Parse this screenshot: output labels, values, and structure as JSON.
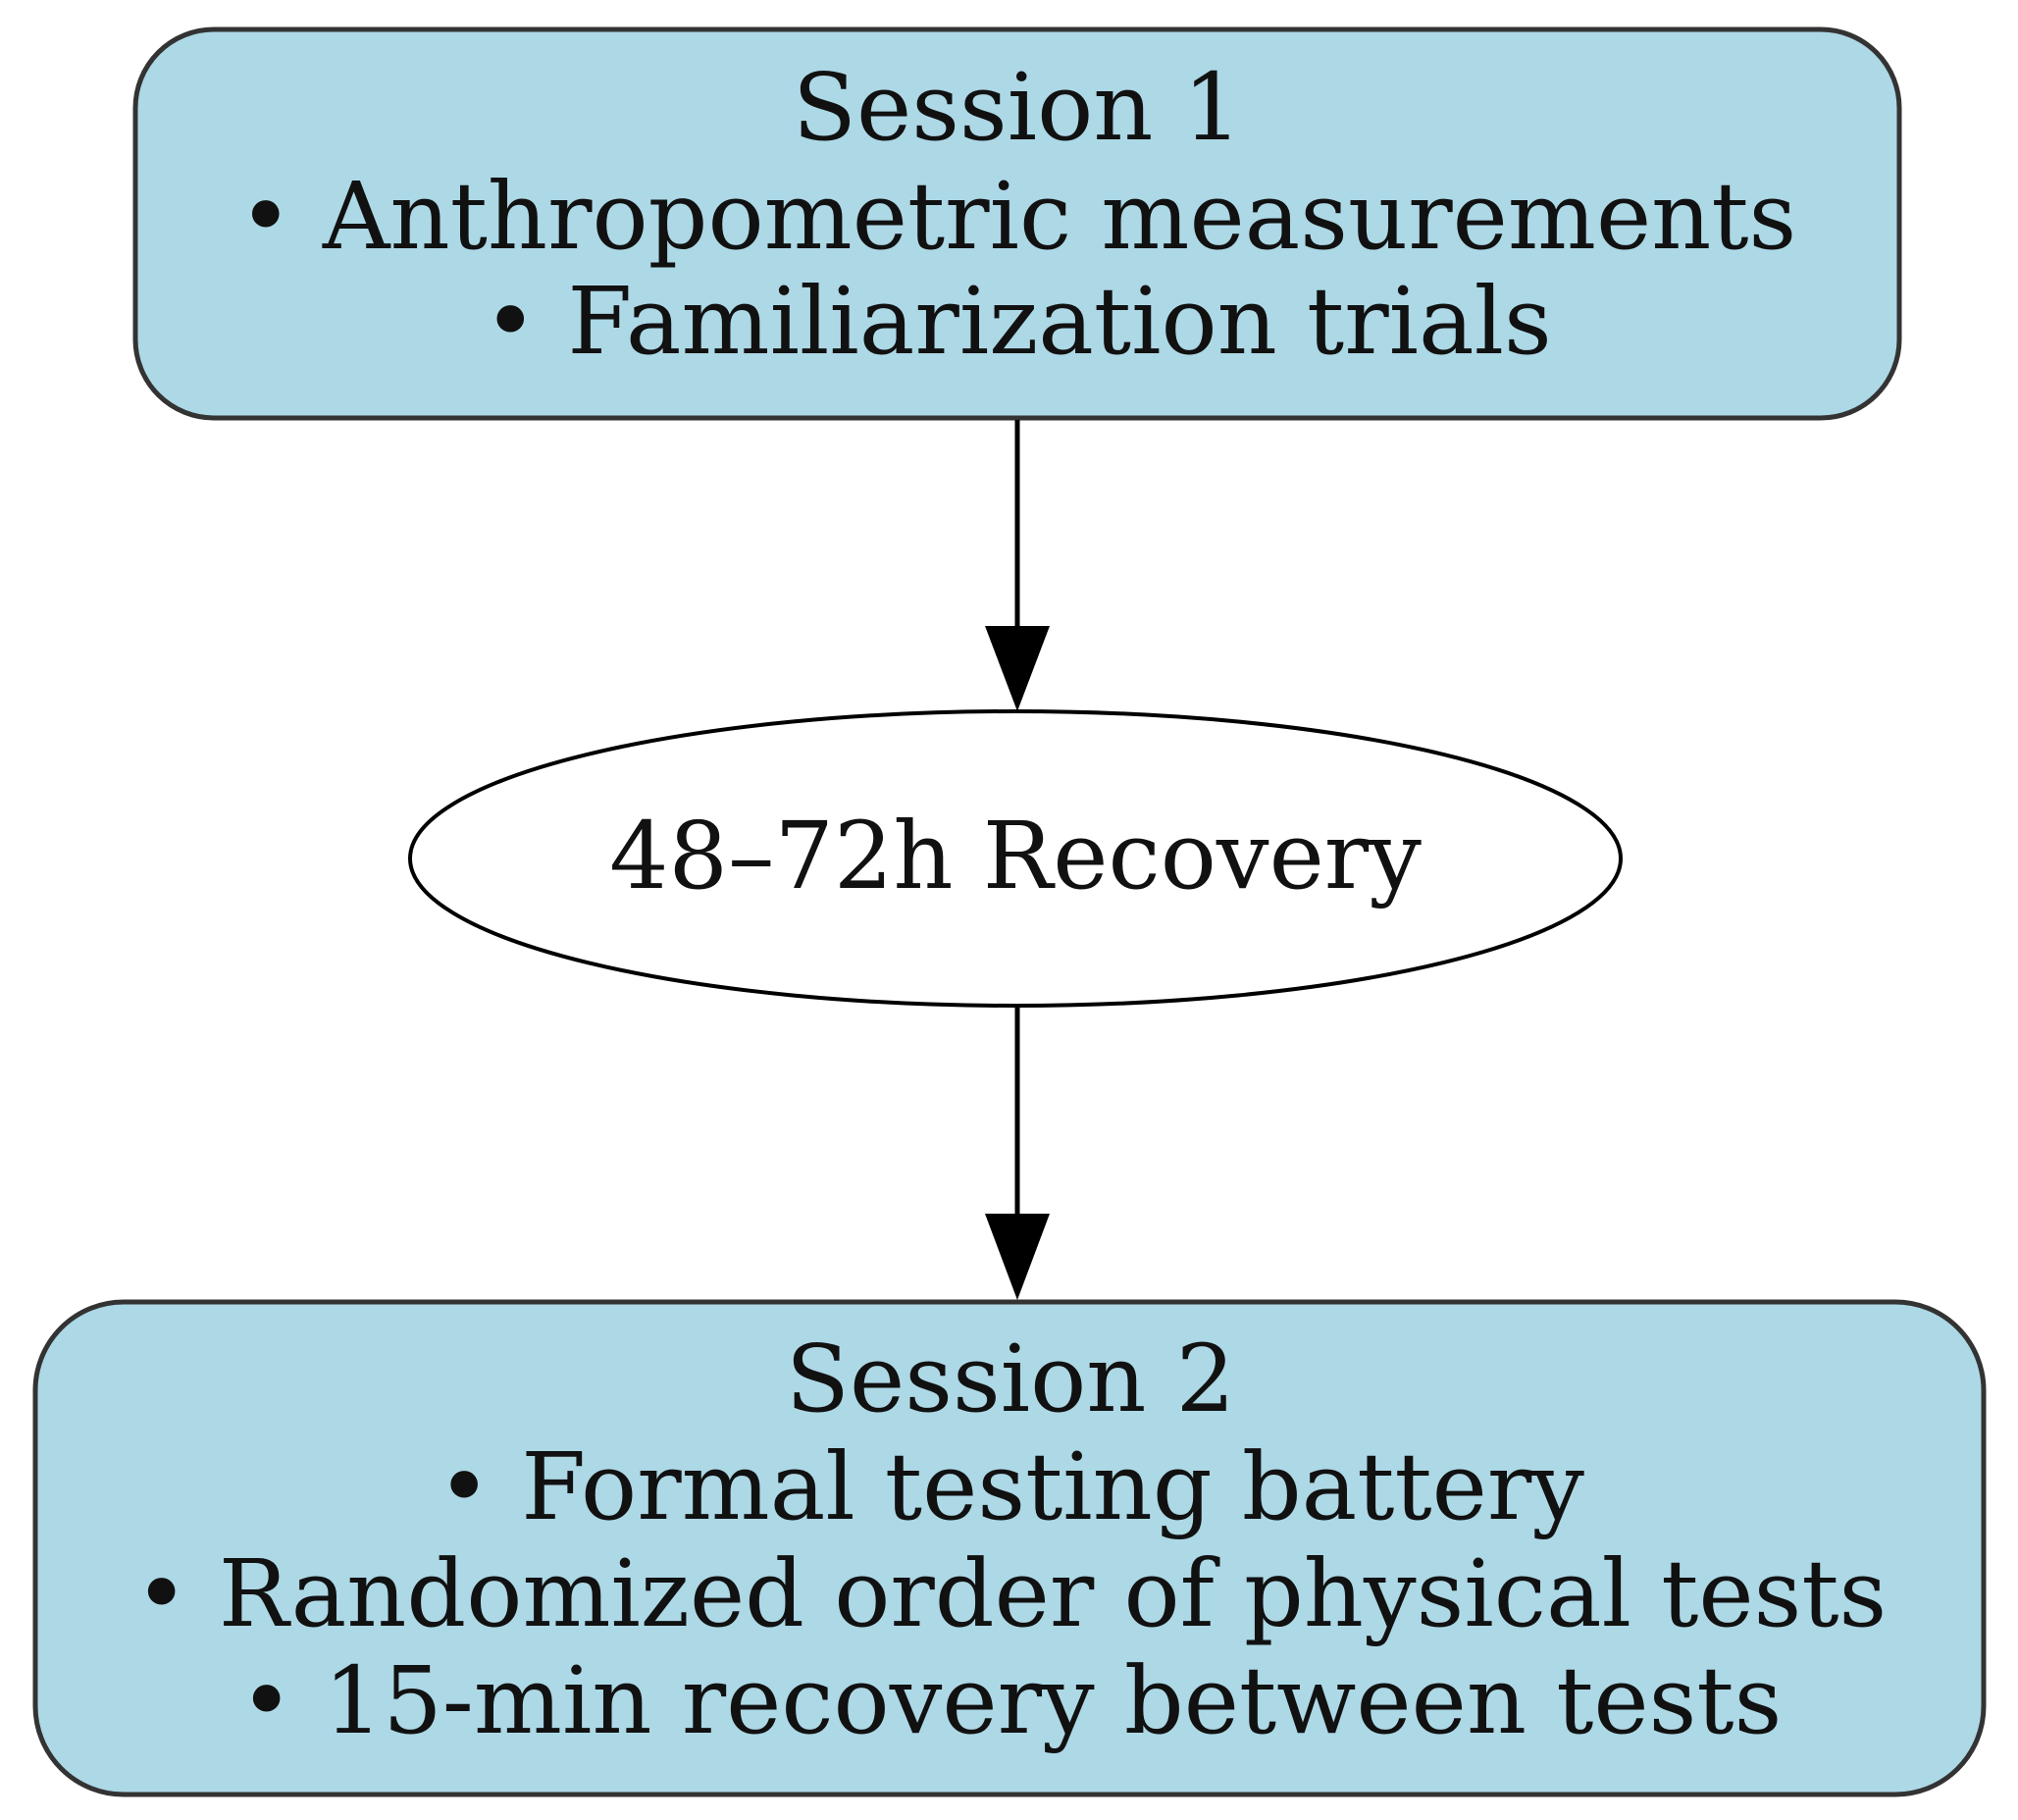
{
  "diagram": {
    "colors": {
      "box_fill": "#add8e6",
      "box_stroke": "#333333",
      "ellipse_fill": "#ffffff",
      "edge": "#000000",
      "text": "#111111"
    },
    "session1": {
      "title": "Session 1",
      "bullets": [
        "• Anthropometric measurements",
        "• Familiarization trials"
      ]
    },
    "recovery": {
      "label": "48–72h Recovery"
    },
    "session2": {
      "title": "Session 2",
      "bullets": [
        "• Formal testing battery",
        "• Randomized order of physical tests",
        "• 15-min recovery between tests"
      ]
    },
    "edges": [
      {
        "from": "session1",
        "to": "recovery"
      },
      {
        "from": "recovery",
        "to": "session2"
      }
    ]
  }
}
